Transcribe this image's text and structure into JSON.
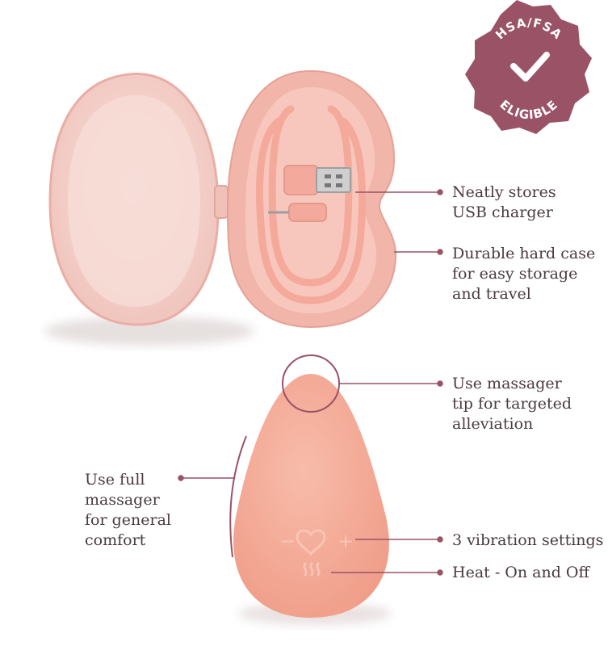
{
  "colors": {
    "accent": "#9a5266",
    "case_outer": "#f2b7ad",
    "case_inner": "#f7c6bc",
    "lid": "#f4d6d0",
    "device": "#f4ab98",
    "callout_text": "#4a3a3f"
  },
  "badge": {
    "top_text": "HSA/FSA",
    "bottom_text": "ELIGIBLE",
    "icon": "checkmark-icon"
  },
  "callouts": {
    "usb": [
      "Neatly stores",
      "USB charger"
    ],
    "case": [
      "Durable hard case",
      "for easy storage",
      "and travel"
    ],
    "tip": [
      "Use massager",
      "tip for targeted",
      "alleviation"
    ],
    "full": [
      "Use full",
      "massager",
      "for general",
      "comfort"
    ],
    "vibration": [
      "3 vibration settings"
    ],
    "heat": [
      "Heat - On and Off"
    ]
  },
  "device_controls": {
    "minus": "−",
    "plus": "+",
    "heart_icon": "heart-icon",
    "heat_icon": "heat-waves-icon"
  }
}
